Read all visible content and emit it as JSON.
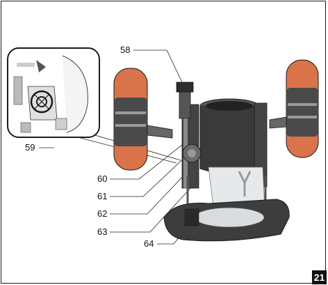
{
  "figure": {
    "callouts": {
      "c58": "58",
      "c59": "59",
      "c60": "60",
      "c61": "61",
      "c62": "62",
      "c63": "63",
      "c64": "64"
    },
    "page_number": "21"
  },
  "icons": {
    "product": "plunge-router-base-illustration",
    "detail": "detail-inset-magnifier"
  },
  "colors": {
    "body_dark": "#3a3a3a",
    "grip_orange": "#d9734a",
    "grip_grey": "#4a4a4a",
    "base_clear": "#e6e9ec",
    "outline": "#1a1a1a"
  }
}
